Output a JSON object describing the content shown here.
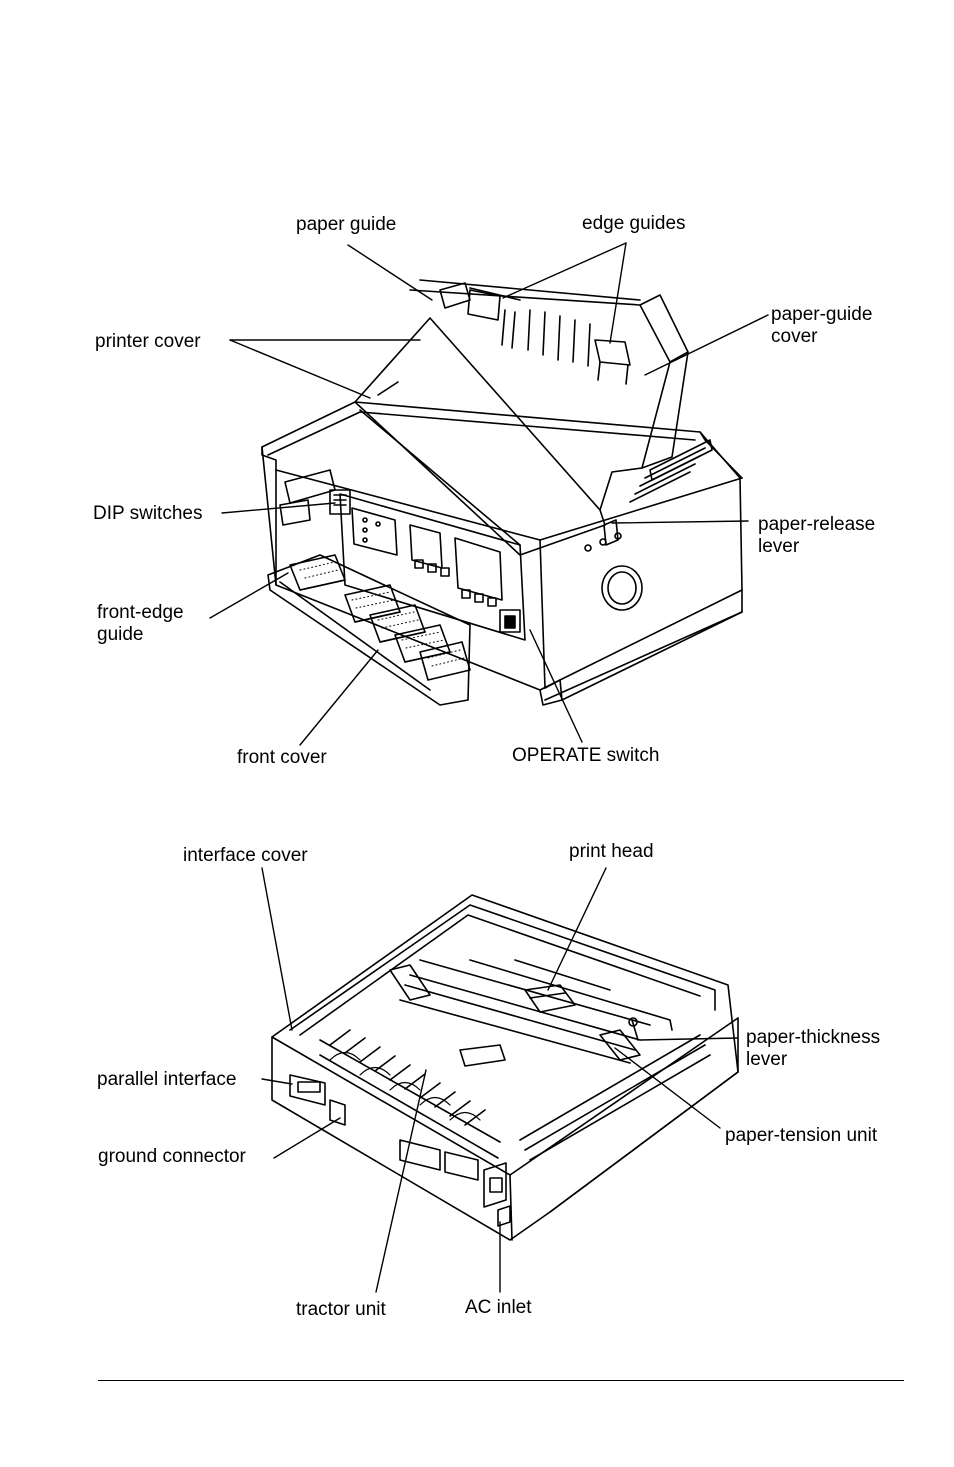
{
  "diagram_top": {
    "labels": {
      "paper_guide": "paper guide",
      "edge_guides": "edge guides",
      "printer_cover": "printer cover",
      "paper_guide_cover": "paper-guide cover",
      "dip_switches": "DIP switches",
      "paper_release_lever": "paper-release lever",
      "front_edge_guide": "front-edge guide",
      "front_cover": "front cover",
      "operate_switch": "OPERATE switch"
    }
  },
  "diagram_bottom": {
    "labels": {
      "interface_cover": "interface cover",
      "print_head": "print head",
      "paper_thickness_lever": "paper-thickness lever",
      "parallel_interface": "parallel interface",
      "paper_tension_unit": "paper-tension unit",
      "ground_connector": "ground connector",
      "tractor_unit": "tractor unit",
      "ac_inlet": "AC inlet"
    }
  }
}
